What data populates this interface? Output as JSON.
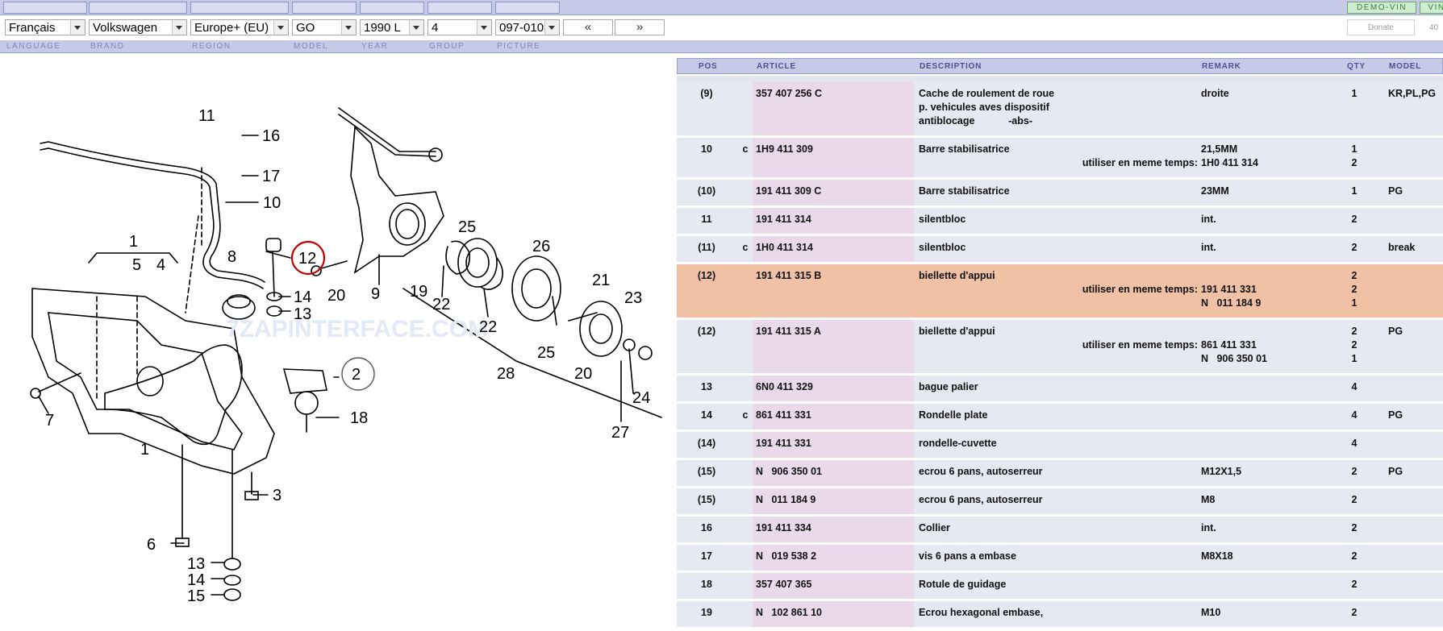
{
  "top_right": {
    "demo_vin": "DEMO-VIN",
    "vin": "VIN"
  },
  "selectors": {
    "language": "Français",
    "brand": "Volkswagen",
    "region": "Europe+ (EU)",
    "model": "GO",
    "year": "1990  L",
    "group": "4",
    "picture": "097-010",
    "prev": "«",
    "next": "»",
    "donate": "Donate",
    "page": "40"
  },
  "labels": {
    "language": "LANGUAGE",
    "brand": "BRAND",
    "region": "REGION",
    "model": "MODEL",
    "year": "YEAR",
    "group": "GROUP",
    "picture": "PICTURE"
  },
  "table": {
    "headers": {
      "pos": "POS",
      "article": "ARTICLE",
      "description": "DESCRIPTION",
      "remark": "REMARK",
      "qty": "QTY",
      "model": "MODEL"
    },
    "rows": [
      {
        "pos": "(9)",
        "flag": "",
        "article": "357 407 256 C",
        "desc": [
          "Cache de roulement de roue",
          "p. vehicules aves dispositif",
          "antiblocage            -abs-"
        ],
        "note": [],
        "remark": [
          "droite"
        ],
        "qty": [
          "1"
        ],
        "model": "KR,PL,PG",
        "highlight": false
      },
      {
        "pos": "10",
        "flag": "c",
        "article": "1H9 411 309",
        "desc": [
          "Barre stabilisatrice"
        ],
        "note": [
          "",
          "utiliser en meme temps:"
        ],
        "remark": [
          "21,5MM",
          "1H0 411 314"
        ],
        "qty": [
          "1",
          "2"
        ],
        "model": "",
        "highlight": false
      },
      {
        "pos": "(10)",
        "flag": "",
        "article": "191 411 309 C",
        "desc": [
          "Barre stabilisatrice"
        ],
        "note": [],
        "remark": [
          "23MM"
        ],
        "qty": [
          "1"
        ],
        "model": "PG",
        "highlight": false
      },
      {
        "pos": "11",
        "flag": "",
        "article": "191 411 314",
        "desc": [
          "silentbloc"
        ],
        "note": [],
        "remark": [
          "int."
        ],
        "qty": [
          "2"
        ],
        "model": "",
        "highlight": false
      },
      {
        "pos": "(11)",
        "flag": "c",
        "article": "1H0 411 314",
        "desc": [
          "silentbloc"
        ],
        "note": [],
        "remark": [
          "int."
        ],
        "qty": [
          "2"
        ],
        "model": "break",
        "highlight": false
      },
      {
        "pos": "(12)",
        "flag": "",
        "article": "191 411 315 B",
        "desc": [
          "biellette d'appui"
        ],
        "note": [
          "",
          "utiliser en meme temps:",
          ""
        ],
        "remark": [
          "",
          "191 411 331",
          "N   011 184 9"
        ],
        "qty": [
          "2",
          "2",
          "1"
        ],
        "model": "",
        "highlight": true
      },
      {
        "pos": "(12)",
        "flag": "",
        "article": "191 411 315 A",
        "desc": [
          "biellette d'appui"
        ],
        "note": [
          "",
          "utiliser en meme temps:",
          ""
        ],
        "remark": [
          "",
          "861 411 331",
          "N   906 350 01"
        ],
        "qty": [
          "2",
          "2",
          "1"
        ],
        "model": "PG",
        "highlight": false
      },
      {
        "pos": "13",
        "flag": "",
        "article": "6N0 411 329",
        "desc": [
          "bague palier"
        ],
        "note": [],
        "remark": [],
        "qty": [
          "4"
        ],
        "model": "",
        "highlight": false
      },
      {
        "pos": "14",
        "flag": "c",
        "article": "861 411 331",
        "desc": [
          "Rondelle plate"
        ],
        "note": [],
        "remark": [],
        "qty": [
          "4"
        ],
        "model": "PG",
        "highlight": false
      },
      {
        "pos": "(14)",
        "flag": "",
        "article": "191 411 331",
        "desc": [
          "rondelle-cuvette"
        ],
        "note": [],
        "remark": [],
        "qty": [
          "4"
        ],
        "model": "",
        "highlight": false
      },
      {
        "pos": "(15)",
        "flag": "",
        "article": "N   906 350 01",
        "desc": [
          "ecrou 6 pans, autoserreur"
        ],
        "note": [],
        "remark": [
          "M12X1,5"
        ],
        "qty": [
          "2"
        ],
        "model": "PG",
        "highlight": false
      },
      {
        "pos": "(15)",
        "flag": "",
        "article": "N   011 184 9",
        "desc": [
          "ecrou 6 pans, autoserreur"
        ],
        "note": [],
        "remark": [
          "M8"
        ],
        "qty": [
          "2"
        ],
        "model": "",
        "highlight": false
      },
      {
        "pos": "16",
        "flag": "",
        "article": "191 411 334",
        "desc": [
          "Collier"
        ],
        "note": [],
        "remark": [
          "int."
        ],
        "qty": [
          "2"
        ],
        "model": "",
        "highlight": false
      },
      {
        "pos": "17",
        "flag": "",
        "article": "N   019 538 2",
        "desc": [
          "vis 6 pans a embase"
        ],
        "note": [],
        "remark": [
          "M8X18"
        ],
        "qty": [
          "2"
        ],
        "model": "",
        "highlight": false
      },
      {
        "pos": "18",
        "flag": "",
        "article": "357 407 365",
        "desc": [
          "Rotule de guidage"
        ],
        "note": [],
        "remark": [],
        "qty": [
          "2"
        ],
        "model": "",
        "highlight": false
      },
      {
        "pos": "19",
        "flag": "",
        "article": "N   102 861 10",
        "desc": [
          "Ecrou hexagonal embase,"
        ],
        "note": [],
        "remark": [
          "M10"
        ],
        "qty": [
          "2"
        ],
        "model": "",
        "highlight": false
      }
    ]
  },
  "diagram": {
    "watermark": "7ZAPINTERFACE.COM",
    "callouts": [
      "11",
      "16",
      "17",
      "10",
      "1",
      "5",
      "4",
      "8",
      "12",
      "14",
      "13",
      "20",
      "9",
      "19",
      "25",
      "22",
      "26",
      "21",
      "23",
      "2",
      "18",
      "7",
      "6",
      "3",
      "13",
      "14",
      "15",
      "22",
      "25",
      "28",
      "20",
      "24",
      "27",
      "1"
    ]
  }
}
